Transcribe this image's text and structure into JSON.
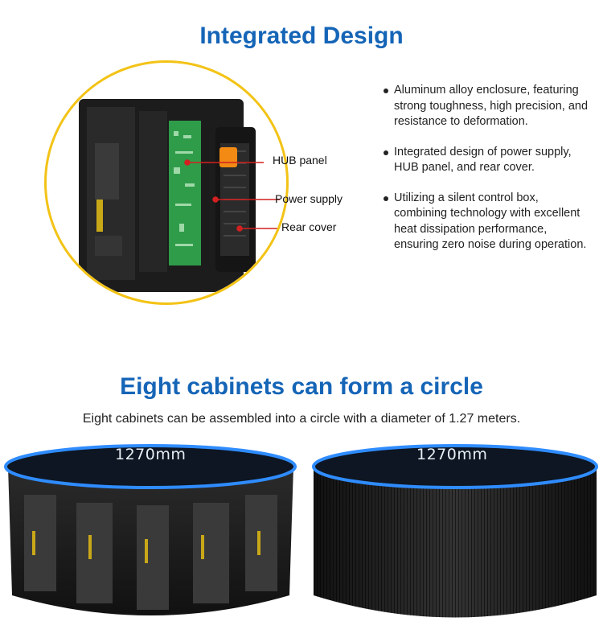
{
  "section1": {
    "title": "Integrated Design",
    "callouts": {
      "hub": "HUB panel",
      "power": "Power supply",
      "rear": "Rear cover"
    },
    "bullets": [
      "Aluminum alloy enclosure, featuring strong toughness, high precision, and resistance to deformation.",
      "Integrated design of power supply, HUB panel, and rear cover.",
      "Utilizing a silent control box, combining technology with excellent heat dissipation performance, ensuring zero noise during operation."
    ],
    "colors": {
      "title": "#1565b7",
      "circle_border": "#f3c316",
      "pointer": "#d32020"
    }
  },
  "section2": {
    "title": "Eight cabinets can form a circle",
    "subtitle": "Eight cabinets can be assembled into a circle with a diameter of 1.27 meters.",
    "left_dimension": "1270mm",
    "right_dimension": "1270mm",
    "colors": {
      "ring_glow": "#2f8cff"
    }
  }
}
